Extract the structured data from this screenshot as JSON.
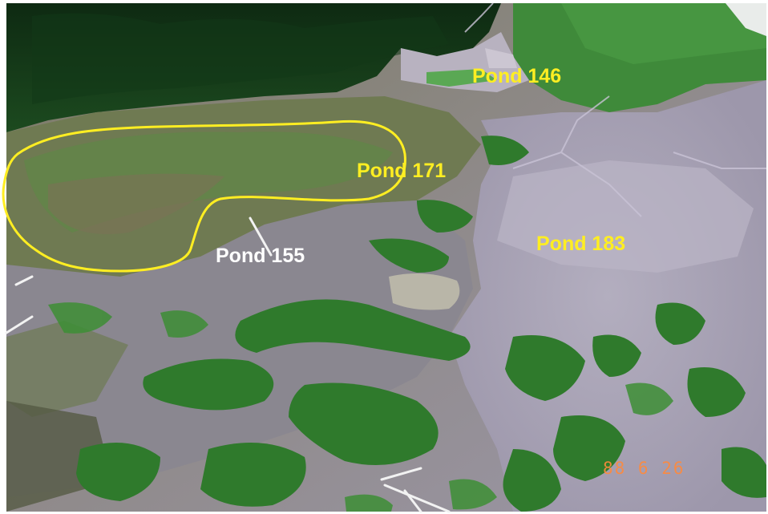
{
  "labels": {
    "pond_146": "Pond 146",
    "pond_171": "Pond 171",
    "pond_155": "Pond 155",
    "pond_183": "Pond 183"
  },
  "date_stamp": "88 6 26",
  "colors": {
    "label_yellow": "#ffee22",
    "label_white": "#ffffff",
    "outline_yellow": "#ffee22",
    "stamp_orange": "#ff8a3c"
  }
}
